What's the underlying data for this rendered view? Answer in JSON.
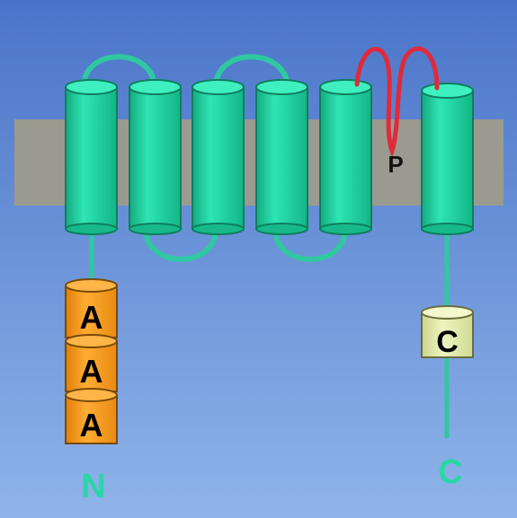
{
  "colors": {
    "background_top": "#4a74c8",
    "background_bottom": "#8fb4ea",
    "membrane": "#9a9a90",
    "helix": "#1fd3a0",
    "helix_dark": "#0e7f5e",
    "loop": "#30c8a0",
    "pore_loop": "#e02a3a",
    "domain_a": "#f59a1a",
    "domain_c": "#dfe8a8",
    "terminus_label": "#2ad6a6"
  },
  "labels": {
    "pore": "P",
    "domain_a": "A",
    "domain_c": "C",
    "n_terminus": "N",
    "c_terminus": "C"
  },
  "counts": {
    "transmembrane_helices": 6,
    "a_domains": 3
  }
}
